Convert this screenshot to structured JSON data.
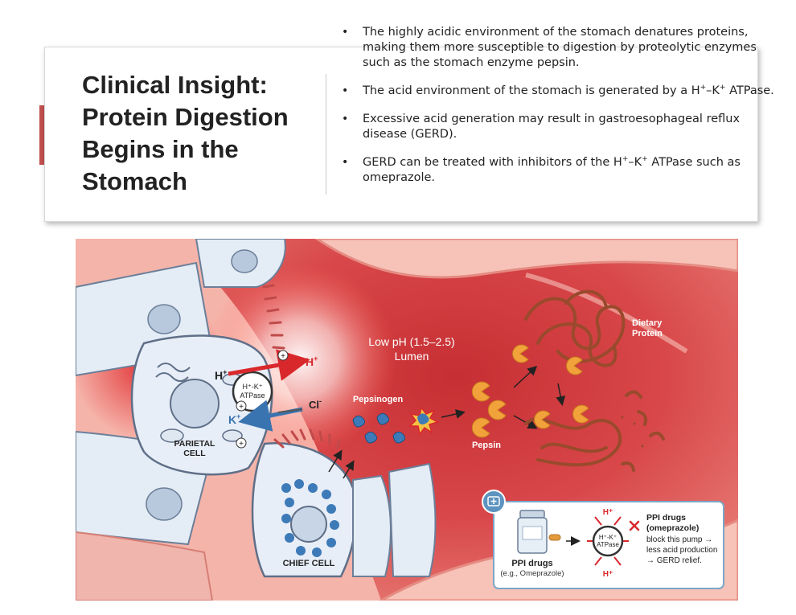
{
  "slide": {
    "title": "Clinical Insight: Protein Digestion Begins in the Stomach",
    "bullets": [
      {
        "pre": "The highly acidic environment of the stomach denatures proteins, making them more susceptible to digestion by proteolytic enzymes such as the stomach enzyme pepsin."
      },
      {
        "pre": "The acid environment of the stomach is generated by a H",
        "sup1": "+",
        "mid": "–K",
        "sup2": "+",
        "post": " ATPase."
      },
      {
        "pre": "Excessive acid generation may result in gastroesophageal reflux disease (GERD)."
      },
      {
        "pre": "GERD can be treated with inhibitors of the H",
        "sup1": "+",
        "mid": "–K",
        "sup2": "+",
        "post": " ATPase such as omeprazole."
      }
    ],
    "accent_color": "#c0504d"
  },
  "illustration": {
    "lumen_label_1": "Low pH (1.5–2.5)",
    "lumen_label_2": "Lumen",
    "dietary_protein_1": "Dietary",
    "dietary_protein_2": "Protein",
    "pepsinogen": "Pepsinogen",
    "pepsin": "Pepsin",
    "parietal_cell_1": "PARIETAL",
    "parietal_cell_2": "CELL",
    "chief_cell": "CHIEF CELL",
    "h_ion": "H",
    "k_ion": "K",
    "cl_ion": "Cl",
    "plus": "+",
    "minus": "-",
    "pump_line1": "H⁺-K⁺",
    "pump_line2": "ATPase",
    "inset": {
      "drug_label": "PPI drugs",
      "drug_example": "(e.g., Omeprazole)",
      "h_top": "H⁺",
      "h_bottom": "H⁺",
      "pump_line1": "H⁺-K⁺",
      "pump_line2": "ATPase",
      "desc_1": "PPI drugs",
      "desc_2": "(omeprazole)",
      "desc_3": "block this pump →",
      "desc_4": "less acid production",
      "desc_5": "→ GERD relief."
    },
    "colors": {
      "lumen": "#d8474a",
      "tissue": "#ef9a8e",
      "cell": "#e4ecf5",
      "enzyme_blue": "#3d7ab8",
      "pepsin_orange": "#f2a23a",
      "protein": "#9a4a2c"
    }
  }
}
